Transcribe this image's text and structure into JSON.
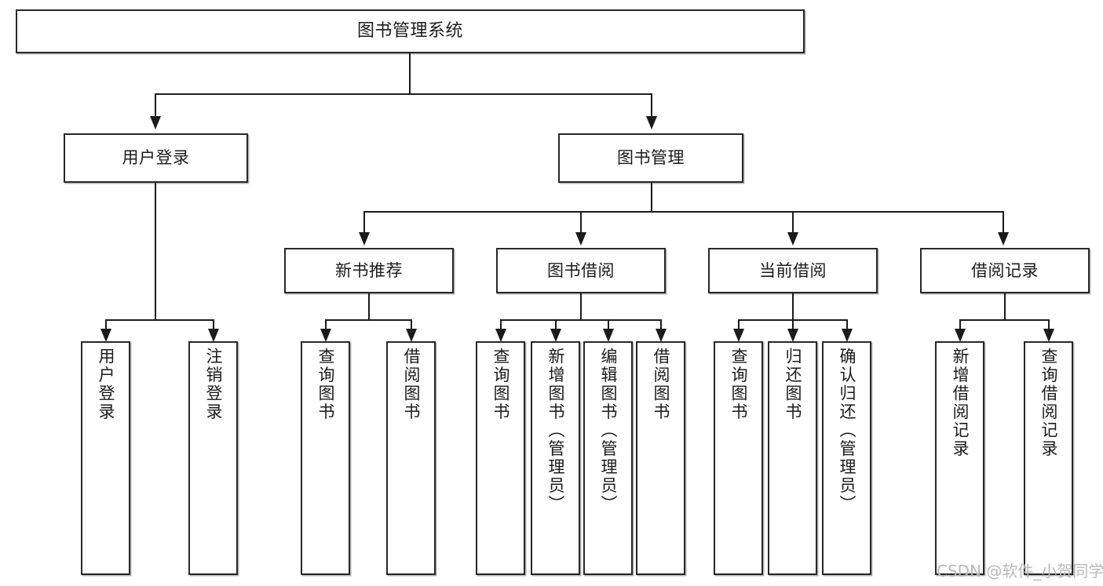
{
  "diagram": {
    "title": "图书管理系统",
    "watermark": "CSDN @软件_小贺同学",
    "colors": {
      "box_border": "#272727",
      "line": "#1b1b1b",
      "background": "#ffffff",
      "watermark": "#b9b9b9"
    },
    "root": {
      "label": "图书管理系统"
    },
    "level2": [
      {
        "label": "用户登录"
      },
      {
        "label": "图书管理"
      }
    ],
    "level3": [
      {
        "label": "新书推荐"
      },
      {
        "label": "图书借阅"
      },
      {
        "label": "当前借阅"
      },
      {
        "label": "借阅记录"
      }
    ],
    "leaves": {
      "user_login": [
        {
          "label": "用户登录"
        },
        {
          "label": "注销登录"
        }
      ],
      "new_book_recommend": [
        {
          "label": "查询图书"
        },
        {
          "label": "借阅图书"
        }
      ],
      "book_borrow": [
        {
          "label": "查询图书"
        },
        {
          "label": "新增图书（管理员）"
        },
        {
          "label": "编辑图书（管理员）"
        },
        {
          "label": "借阅图书"
        }
      ],
      "current_borrow": [
        {
          "label": "查询图书"
        },
        {
          "label": "归还图书"
        },
        {
          "label": "确认归还（管理员）"
        }
      ],
      "borrow_record": [
        {
          "label": "新增借阅记录"
        },
        {
          "label": "查询借阅记录"
        }
      ]
    }
  }
}
